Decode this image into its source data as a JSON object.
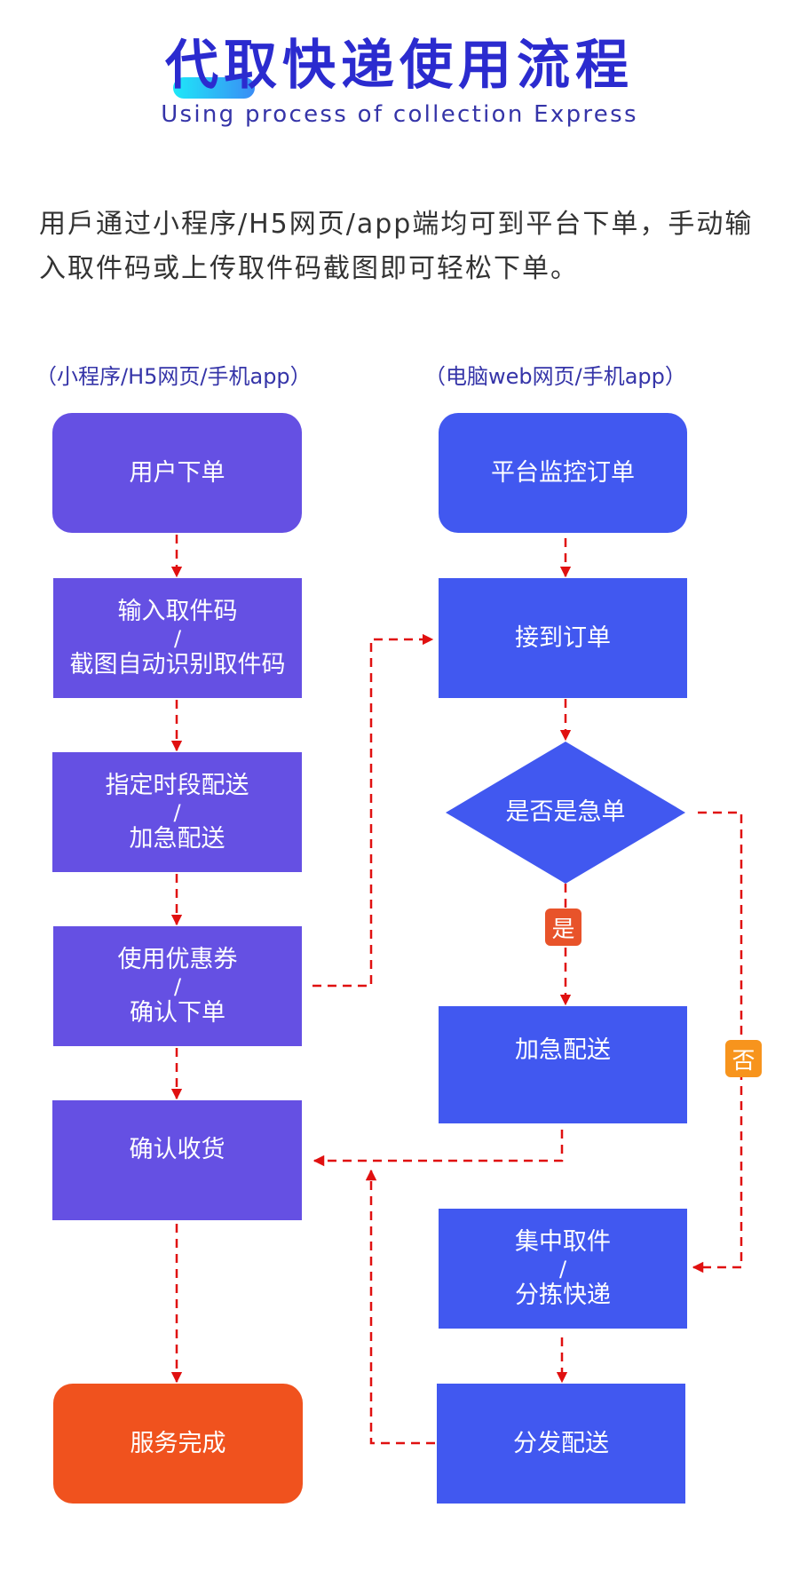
{
  "header": {
    "title": "代取快递使用流程",
    "subtitle": "Using process of collection Express"
  },
  "intro": "用戶通过小程序/H5网页/app端均可到平台下单，手动输入取件码或上传取件码截图即可轻松下单。",
  "columns": {
    "left_label": "（小程序/H5网页/手机app）",
    "right_label": "（电脑web网页/手机app）"
  },
  "left_flow": [
    {
      "id": "user-order",
      "lines": [
        "用户下单"
      ]
    },
    {
      "id": "enter-code",
      "lines": [
        "输入取件码",
        "/",
        "截图自动识别取件码"
      ]
    },
    {
      "id": "schedule-delivery",
      "lines": [
        "指定时段配送",
        "/",
        "加急配送"
      ]
    },
    {
      "id": "use-coupon",
      "lines": [
        "使用优惠券",
        "/",
        "确认下单"
      ]
    },
    {
      "id": "confirm-receipt",
      "lines": [
        "确认收货"
      ]
    },
    {
      "id": "service-complete",
      "lines": [
        "服务完成"
      ]
    }
  ],
  "right_flow": [
    {
      "id": "monitor-orders",
      "lines": [
        "平台监控订单"
      ]
    },
    {
      "id": "receive-order",
      "lines": [
        "接到订单"
      ]
    },
    {
      "id": "is-urgent",
      "lines": [
        "是否是急单"
      ]
    },
    {
      "id": "urgent-delivery",
      "lines": [
        "加急配送"
      ]
    },
    {
      "id": "batch-pickup",
      "lines": [
        "集中取件",
        "/",
        "分拣快递"
      ]
    },
    {
      "id": "dispatch-delivery",
      "lines": [
        "分发配送"
      ]
    }
  ],
  "decision": {
    "yes_label": "是",
    "no_label": "否"
  },
  "colors": {
    "title": "#2B2BCF",
    "user_node": "#6550E3",
    "platform_node": "#4158F0",
    "final_node": "#F0521E",
    "yes_badge": "#E8532A",
    "no_badge": "#F7941D",
    "connector": "#E01010"
  }
}
